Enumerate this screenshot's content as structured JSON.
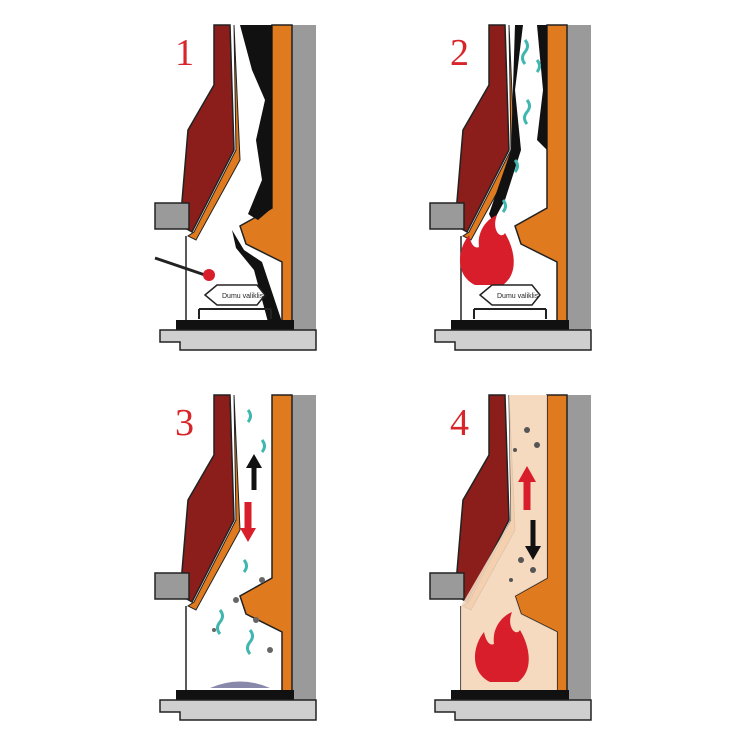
{
  "steps": [
    {
      "number": "1",
      "packet_label": "Dumu valiklis"
    },
    {
      "number": "2",
      "packet_label": "Dumu valiklis"
    },
    {
      "number": "3"
    },
    {
      "number": "4"
    }
  ],
  "colors": {
    "numbers": "#d8252a",
    "brick": "#8b1d1a",
    "liner": "#e07a1f",
    "wall": "#9a9a9a",
    "soot": "#111111",
    "flame": "#d81e2a",
    "smoke": "#3fb7b0",
    "hot_air": "#f6d9bf"
  }
}
